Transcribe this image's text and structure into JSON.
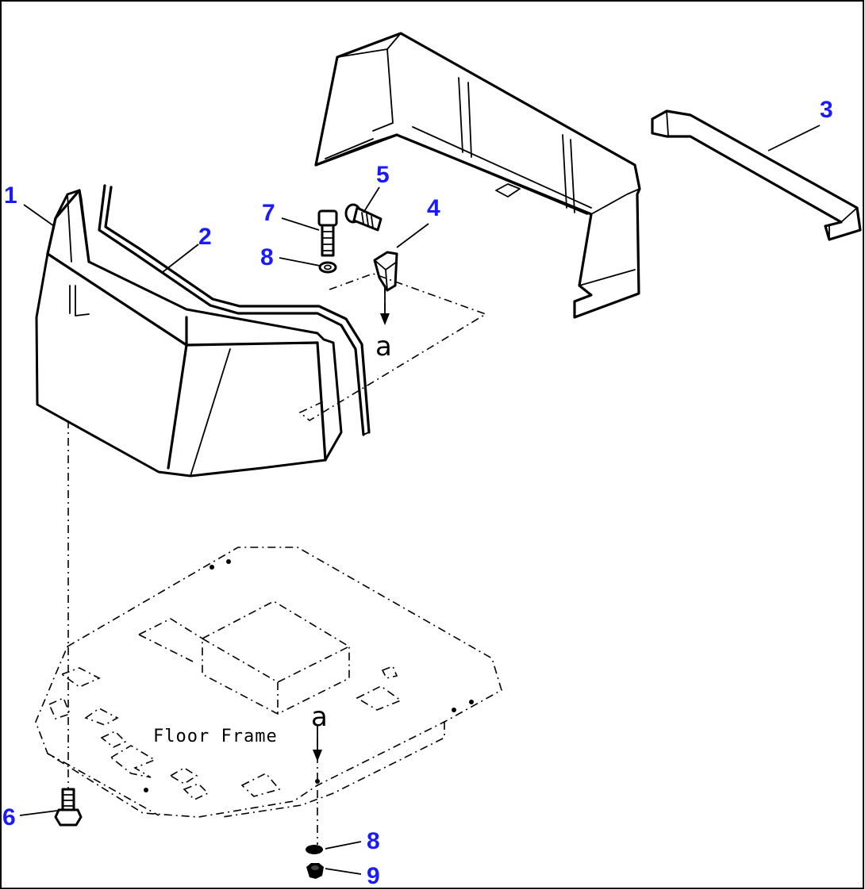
{
  "callouts": {
    "c1": "1",
    "c2": "2",
    "c3": "3",
    "c4": "4",
    "c5": "5",
    "c6": "6",
    "c7": "7",
    "c8_top": "8",
    "c8_bottom": "8",
    "c9": "9"
  },
  "labels": {
    "floor_frame": "Floor Frame",
    "ref_a_top": "a",
    "ref_a_bottom": "a"
  },
  "colors": {
    "callout": "#1a1aff",
    "line": "#000000"
  }
}
